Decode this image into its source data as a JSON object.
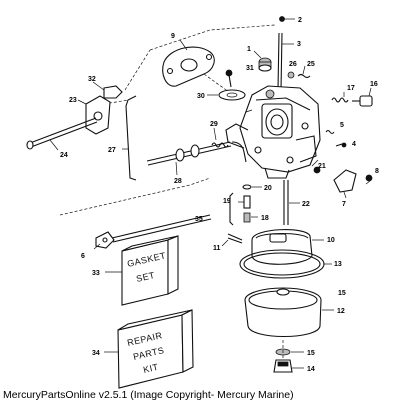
{
  "caption": "MercuryPartsOnline v2.5.1 (Image Copyright- Mercury Marine)",
  "box_labels": {
    "gasket_line1": "GASKET",
    "gasket_line2": "SET",
    "repair_line1": "REPAIR",
    "repair_line2": "PARTS",
    "repair_line3": "KIT"
  },
  "callouts": [
    "1",
    "2",
    "3",
    "4",
    "5",
    "6",
    "7",
    "8",
    "9",
    "10",
    "11",
    "12",
    "13",
    "14",
    "15",
    "15",
    "16",
    "17",
    "18",
    "19",
    "20",
    "21",
    "22",
    "23",
    "24",
    "25",
    "26",
    "27",
    "28",
    "29",
    "30",
    "31",
    "32",
    "33",
    "34",
    "35"
  ]
}
